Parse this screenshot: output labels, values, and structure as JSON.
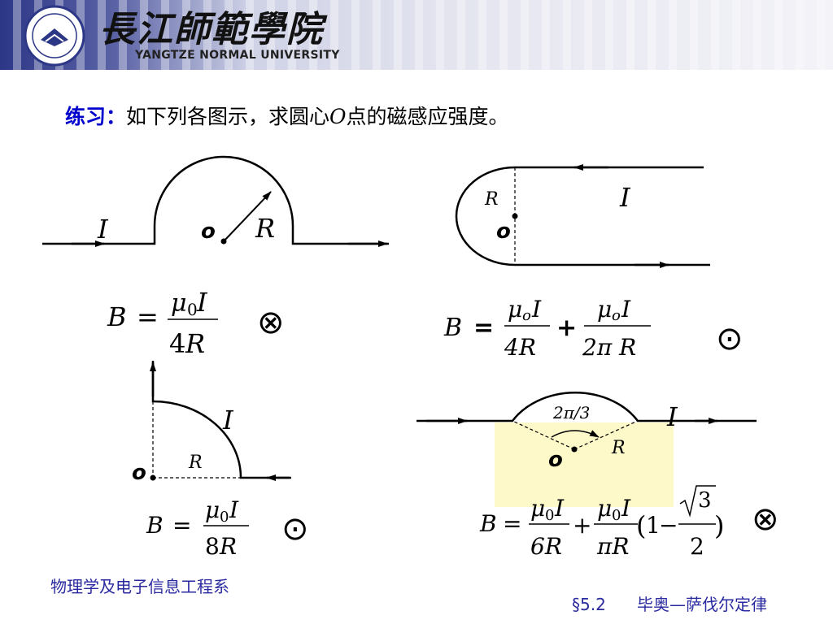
{
  "header": {
    "university_cn": "長江師範學院",
    "university_en": "YANGTZE NORMAL UNIVERSITY"
  },
  "title": {
    "label": "练习：",
    "text_before": "如下列各图示，求圆心",
    "o": "O",
    "text_after": "点的磁感应强度。"
  },
  "fig1": {
    "current": "I",
    "radius": "R",
    "center": "o",
    "B": "B",
    "eq": "=",
    "num_mu": "μ",
    "num_sub": "0",
    "num_I": "I",
    "den_coef": "4",
    "den_R": "R",
    "direction": "⊗"
  },
  "fig2": {
    "current": "I",
    "radius": "R",
    "center": "o",
    "B": "B",
    "eq": "=",
    "t1_mu": "μ",
    "t1_sub": "o",
    "t1_I": "I",
    "t1_den": "4R",
    "plus": "+",
    "t2_mu": "μ",
    "t2_sub": "o",
    "t2_I": "I",
    "t2_den": "2π R",
    "direction": "⊙"
  },
  "fig3": {
    "current": "I",
    "radius": "R",
    "center": "o",
    "B": "B",
    "eq": "=",
    "num_mu": "μ",
    "num_sub": "0",
    "num_I": "I",
    "den_coef": "8",
    "den_R": "R",
    "direction": "⊙"
  },
  "fig4": {
    "current": "I",
    "radius": "R",
    "center": "o",
    "angle": "2π/3",
    "B": "B",
    "eq": "=",
    "t1_mu": "μ",
    "t1_sub": "0",
    "t1_I": "I",
    "t1_den": "6R",
    "plus": "+",
    "t2_mu": "μ",
    "t2_sub": "0",
    "t2_I": "I",
    "t2_den": "πR",
    "paren_open": "(",
    "one": "1",
    "minus": "−",
    "sqrt_num": "3",
    "sqrt_den": "2",
    "paren_close": ")",
    "direction": "⊗"
  },
  "footer": {
    "department": "物理学及电子信息工程系",
    "section": "§5.2",
    "law": "毕奥—萨伐尔定律"
  },
  "colors": {
    "accent_blue": "#0000cc",
    "footer_blue": "#2a2aa0",
    "highlight": "#fdf9c8",
    "header_dark": "#2c3786"
  }
}
